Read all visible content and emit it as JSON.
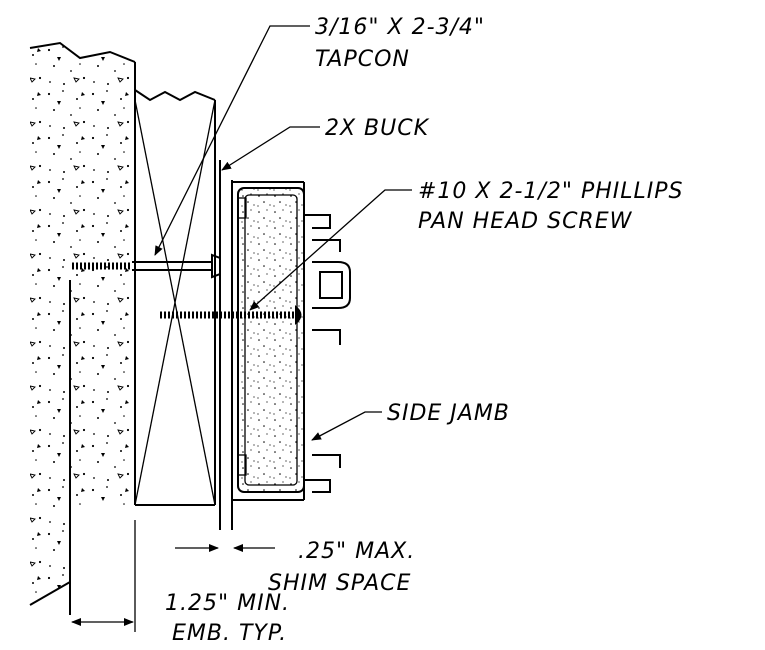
{
  "labels": {
    "tapcon_line1": "3/16\" X 2-3/4\"",
    "tapcon_line2": "TAPCON",
    "buck": "2X BUCK",
    "screw_line1": "#10 X 2-1/2\" PHILLIPS",
    "screw_line2": "PAN HEAD SCREW",
    "side_jamb": "SIDE JAMB",
    "shim_line1": ".25\" MAX.",
    "shim_line2": "SHIM SPACE",
    "emb_line1": "1.25\" MIN.",
    "emb_line2": "EMB. TYP."
  },
  "colors": {
    "line": "#000000",
    "background": "#ffffff"
  }
}
